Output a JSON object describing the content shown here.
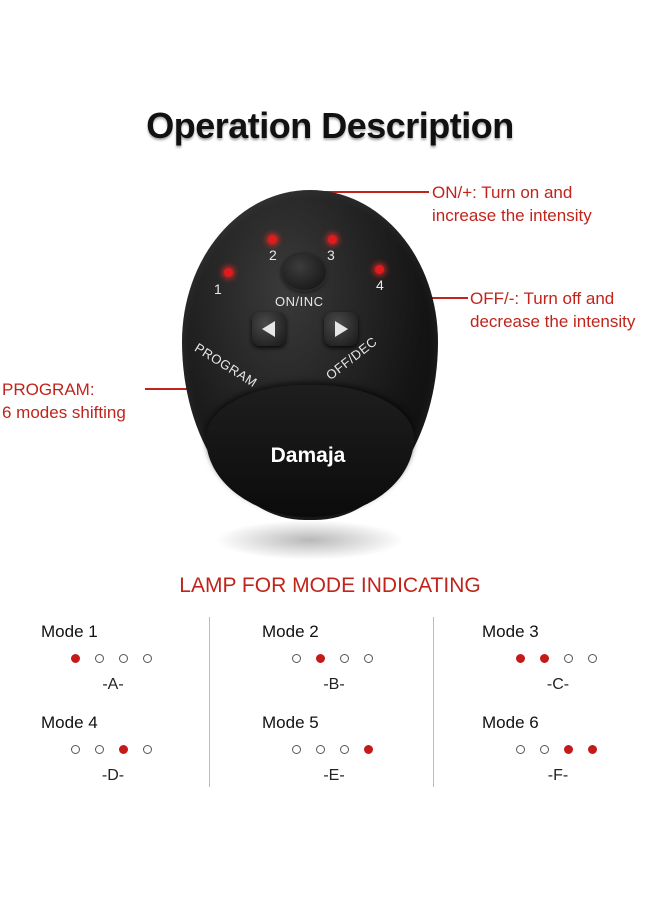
{
  "title": "Operation Description",
  "callouts": {
    "on": [
      "ON/+: Turn on and",
      "increase the intensity"
    ],
    "off": [
      "OFF/-: Turn off and",
      "decrease the intensity"
    ],
    "program": [
      "PROGRAM:",
      "6 modes shifting"
    ]
  },
  "device": {
    "led_numbers": [
      "1",
      "2",
      "3",
      "4"
    ],
    "on_label": "ON/INC",
    "program_label": "PROGRAM",
    "off_label": "OFF/DEC",
    "brand": "Damaja"
  },
  "lamp_section_title": "LAMP FOR MODE INDICATING",
  "modes": [
    {
      "name": "Mode 1",
      "code": "-A-",
      "lamps": [
        1,
        0,
        0,
        0
      ]
    },
    {
      "name": "Mode 2",
      "code": "-B-",
      "lamps": [
        0,
        1,
        0,
        0
      ]
    },
    {
      "name": "Mode 3",
      "code": "-C-",
      "lamps": [
        1,
        1,
        0,
        0
      ]
    },
    {
      "name": "Mode 4",
      "code": "-D-",
      "lamps": [
        0,
        0,
        1,
        0
      ]
    },
    {
      "name": "Mode 5",
      "code": "-E-",
      "lamps": [
        0,
        0,
        0,
        1
      ]
    },
    {
      "name": "Mode 6",
      "code": "-F-",
      "lamps": [
        0,
        0,
        1,
        1
      ]
    }
  ],
  "colors": {
    "accent": "#c0241b",
    "lamp_on": "#c41a1a"
  }
}
